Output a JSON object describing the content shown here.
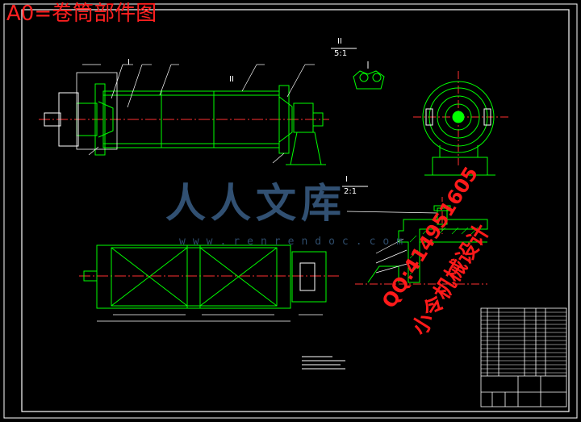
{
  "title": "A0=卷筒部件图",
  "labels": {
    "detail_ii": "II",
    "scale_ii": "5:1",
    "detail_i": "I",
    "scale_i": "2:1",
    "callout_i": "I",
    "callout_ii": "II"
  },
  "watermarks": {
    "site_name": "人人文库",
    "site_url": "www.renrendoc.com",
    "qq": "QQ:414951605",
    "designer": "小令机械设计"
  },
  "colors": {
    "background": "#000000",
    "frame": "#ffffff",
    "part": "#00ff00",
    "centerline": "#ff3030",
    "title": "#ff2020",
    "watermark_logo": "#3a5f86"
  }
}
